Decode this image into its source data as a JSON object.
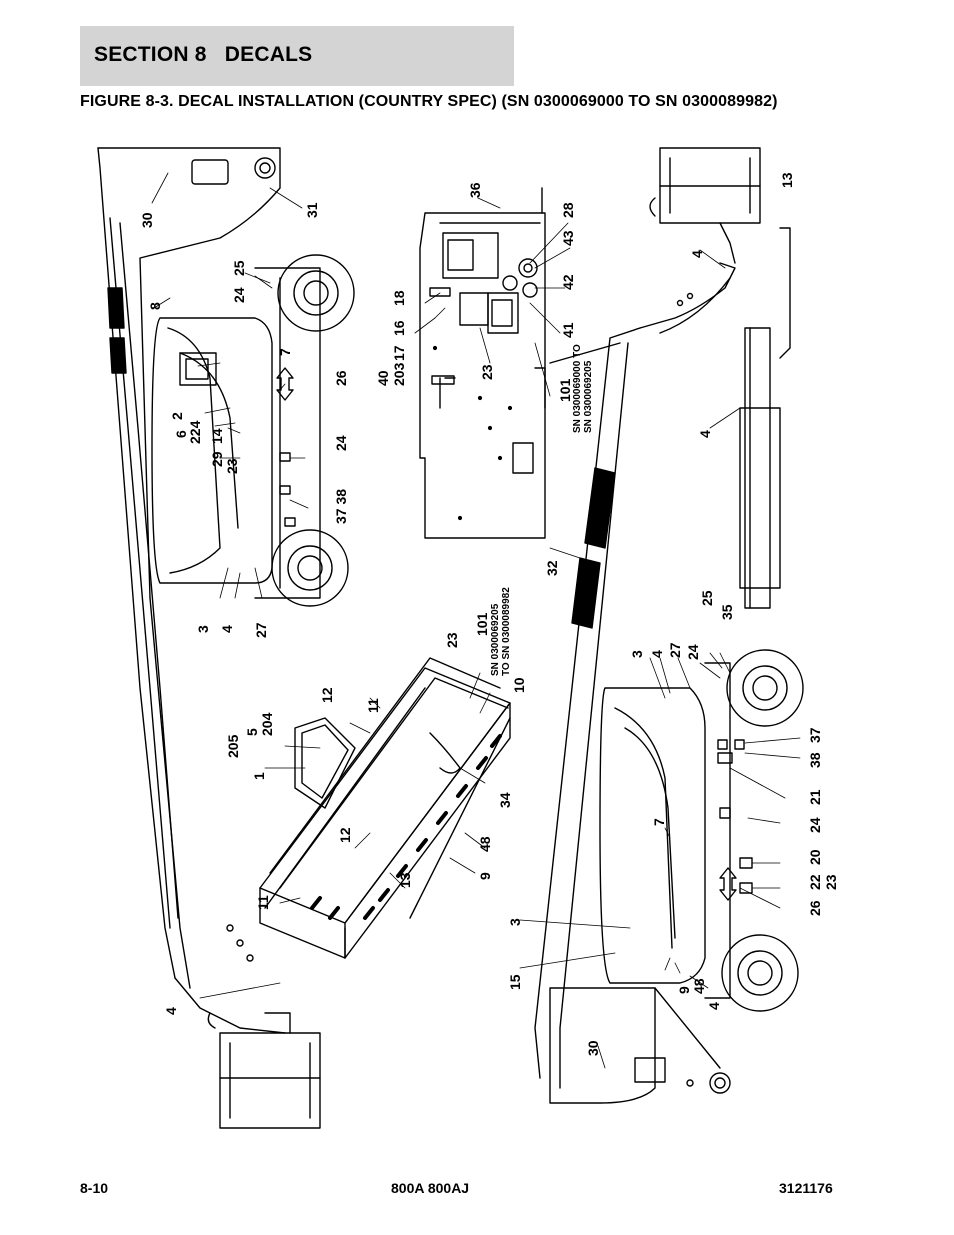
{
  "header": {
    "section": "SECTION 8",
    "title": "DECALS",
    "figure_title": "FIGURE 8-3. DECAL INSTALLATION (COUNTRY SPEC) (SN 0300069000 TO SN 0300089982)"
  },
  "drawing": {
    "callouts": [
      {
        "id": "c30a",
        "text": "30"
      },
      {
        "id": "c31",
        "text": "31"
      },
      {
        "id": "c8",
        "text": "8"
      },
      {
        "id": "c24a",
        "text": "24"
      },
      {
        "id": "c25a",
        "text": "25"
      },
      {
        "id": "c7a",
        "text": "7"
      },
      {
        "id": "c26a",
        "text": "26"
      },
      {
        "id": "c2",
        "text": "2"
      },
      {
        "id": "c6",
        "text": "6"
      },
      {
        "id": "c224",
        "text": "224"
      },
      {
        "id": "c14",
        "text": "14"
      },
      {
        "id": "c29",
        "text": "29"
      },
      {
        "id": "c23a",
        "text": "23"
      },
      {
        "id": "c24b",
        "text": "24"
      },
      {
        "id": "c3738",
        "text": "37 38"
      },
      {
        "id": "c3a",
        "text": "3"
      },
      {
        "id": "c4a",
        "text": "4"
      },
      {
        "id": "c27a",
        "text": "27"
      },
      {
        "id": "c36",
        "text": "36"
      },
      {
        "id": "c28",
        "text": "28"
      },
      {
        "id": "c43",
        "text": "43"
      },
      {
        "id": "c42",
        "text": "42"
      },
      {
        "id": "c41",
        "text": "41"
      },
      {
        "id": "c18",
        "text": "18"
      },
      {
        "id": "c16",
        "text": "16"
      },
      {
        "id": "c17",
        "text": "17"
      },
      {
        "id": "c40",
        "text": "40"
      },
      {
        "id": "c203",
        "text": "203"
      },
      {
        "id": "c23b",
        "text": "23"
      },
      {
        "id": "c101a",
        "text": "101"
      },
      {
        "id": "c13a",
        "text": "13"
      },
      {
        "id": "c4b",
        "text": "4"
      },
      {
        "id": "c4c",
        "text": "4"
      },
      {
        "id": "c32",
        "text": "32"
      },
      {
        "id": "c23c",
        "text": "23"
      },
      {
        "id": "c101b",
        "text": "101"
      },
      {
        "id": "c10",
        "text": "10"
      },
      {
        "id": "c12a",
        "text": "12"
      },
      {
        "id": "c11a",
        "text": "11"
      },
      {
        "id": "c5",
        "text": "5"
      },
      {
        "id": "c204",
        "text": "204"
      },
      {
        "id": "c205",
        "text": "205"
      },
      {
        "id": "c1",
        "text": "1"
      },
      {
        "id": "c34",
        "text": "34"
      },
      {
        "id": "c12b",
        "text": "12"
      },
      {
        "id": "c48a",
        "text": "48"
      },
      {
        "id": "c9a",
        "text": "9"
      },
      {
        "id": "c13b",
        "text": "13"
      },
      {
        "id": "c11b",
        "text": "11"
      },
      {
        "id": "c4d",
        "text": "4"
      },
      {
        "id": "c3b",
        "text": "3"
      },
      {
        "id": "c4e",
        "text": "4"
      },
      {
        "id": "c27b",
        "text": "27"
      },
      {
        "id": "c24c",
        "text": "24"
      },
      {
        "id": "c25b",
        "text": "25"
      },
      {
        "id": "c35",
        "text": "35"
      },
      {
        "id": "c37",
        "text": "37"
      },
      {
        "id": "c38",
        "text": "38"
      },
      {
        "id": "c21",
        "text": "21"
      },
      {
        "id": "c24d",
        "text": "24"
      },
      {
        "id": "c20",
        "text": "20"
      },
      {
        "id": "c22",
        "text": "22"
      },
      {
        "id": "c23d",
        "text": "23"
      },
      {
        "id": "c26b",
        "text": "26"
      },
      {
        "id": "c7b",
        "text": "7"
      },
      {
        "id": "c3c",
        "text": "3"
      },
      {
        "id": "c15",
        "text": "15"
      },
      {
        "id": "c9b",
        "text": "9"
      },
      {
        "id": "c48b",
        "text": "48"
      },
      {
        "id": "c4f",
        "text": "4"
      },
      {
        "id": "c30b",
        "text": "30"
      }
    ],
    "sn_notes": [
      {
        "id": "sn1",
        "text": "SN 0300069000 TO\nSN 0300069205"
      },
      {
        "id": "sn2",
        "text": "SN 0300069205\nTO SN 0300089982"
      }
    ]
  },
  "footer": {
    "page": "8-10",
    "model": "800A 800AJ",
    "doc_number": "3121176"
  }
}
